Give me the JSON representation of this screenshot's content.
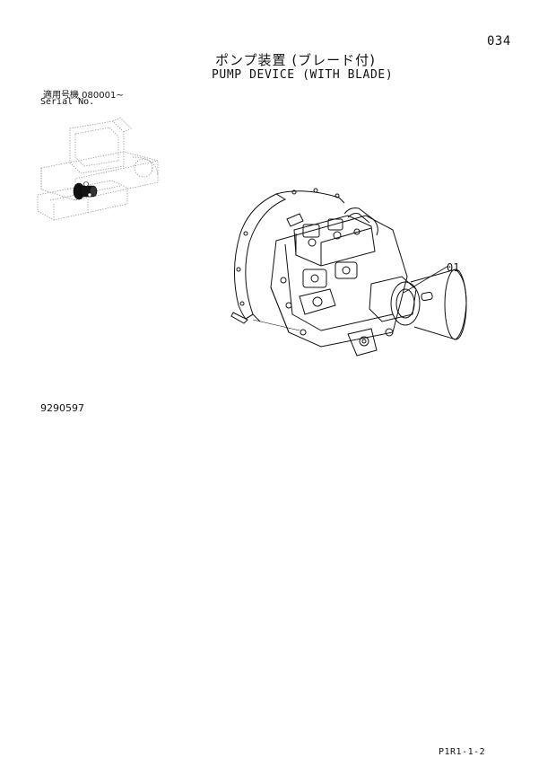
{
  "page": {
    "number": "034",
    "title_ja": "ポンプ装置 (ブレード付)",
    "title_en": "PUMP DEVICE (WITH BLADE)",
    "serial_label_ja": "適用号機 080001~",
    "serial_label_en": "Serial No.",
    "part_number": "9290597",
    "page_code": "P1R1-1-2"
  },
  "callouts": [
    {
      "label": "01"
    }
  ],
  "figures": {
    "locator": "excavator-locator-diagram",
    "main": "pump-device-drawing"
  }
}
